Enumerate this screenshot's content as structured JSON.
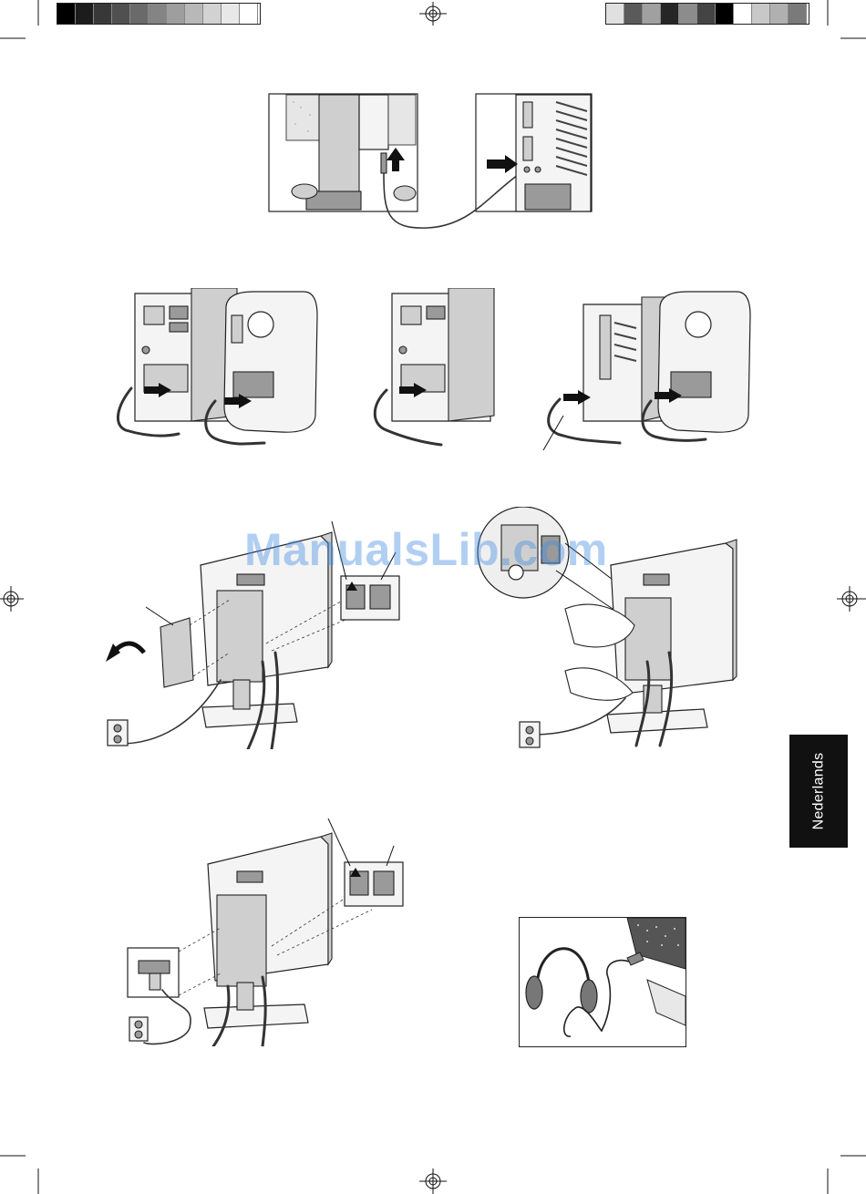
{
  "language_tab": "Nederlands",
  "watermark": "ManualsLib.com",
  "color_bars": {
    "left": [
      "#000000",
      "#1c1c1c",
      "#383838",
      "#505050",
      "#6a6a6a",
      "#848484",
      "#9e9e9e",
      "#b8b8b8",
      "#d2d2d2",
      "#e8e8e8",
      "#ffffff"
    ],
    "right": [
      "#e0e0e0",
      "#5a5a5a",
      "#a0a0a0",
      "#262626",
      "#8c8c8c",
      "#444444",
      "#000000",
      "#ffffff",
      "#c8c8c8",
      "#b0b0b0",
      "#7a7a7a"
    ]
  },
  "figures": {
    "audio_cable": {
      "icon": "audio-cable-illustration"
    },
    "video_cables": {
      "icon": "computer-video-cable-illustrations"
    },
    "cable_cover": {
      "icon": "monitor-cable-cover-illustration"
    },
    "cable_management": {
      "icon": "cable-holder-illustration"
    },
    "power_cord": {
      "icon": "power-cord-illustration"
    },
    "headphones": {
      "icon": "headphones-illustration"
    }
  }
}
